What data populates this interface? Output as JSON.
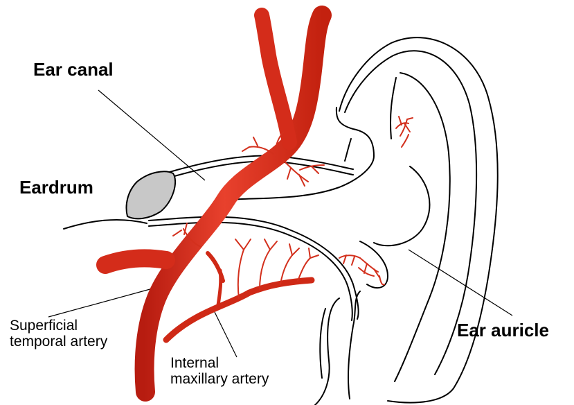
{
  "labels": {
    "ear_canal": "Ear canal",
    "eardrum": "Eardrum",
    "ear_auricle": "Ear auricle",
    "superficial_temporal_artery": [
      "Superficial",
      "temporal artery"
    ],
    "internal_maxillary_artery": [
      "Internal",
      "maxillary artery"
    ]
  },
  "colors": {
    "artery": "#e0301e",
    "artery_dark": "#b71c10",
    "eardrum": "#c8c8c8",
    "outline": "#000000"
  }
}
